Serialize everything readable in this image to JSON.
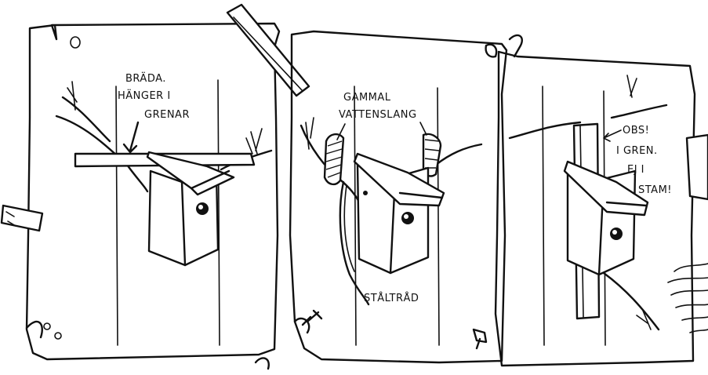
{
  "panels": [
    {
      "id": "panel-1",
      "labels": [
        "BRÄDA.",
        "HÄNGER I",
        "GRENAR"
      ]
    },
    {
      "id": "panel-2",
      "labels": [
        "GAMMAL",
        "VATTENSLANG",
        "STÅLTRÅD"
      ]
    },
    {
      "id": "panel-3",
      "labels": [
        "OBS!",
        "I GREN.",
        "EJ I",
        "STAM!"
      ]
    }
  ],
  "style": {
    "ink_color": "#111111",
    "paper_color": "#ffffff"
  }
}
